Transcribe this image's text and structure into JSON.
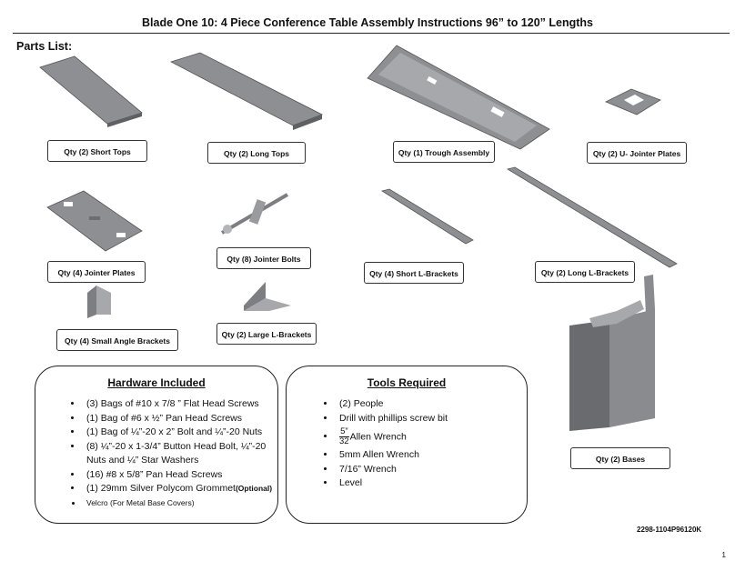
{
  "title": "Blade One 10: 4 Piece Conference Table Assembly Instructions 96” to 120” Lengths",
  "parts_label": "Parts List:",
  "parts": {
    "short_tops": "Qty (2) Short Tops",
    "long_tops": "Qty (2) Long Tops",
    "trough": "Qty (1) Trough Assembly",
    "u_jointer": "Qty (2) U- Jointer Plates",
    "jointer_plates": "Qty (4) Jointer Plates",
    "jointer_bolts": "Qty (8) Jointer Bolts",
    "short_l": "Qty (4) Short L-Brackets",
    "long_l": "Qty (2) Long L-Brackets",
    "small_angle": "Qty (4) Small Angle Brackets",
    "large_l": "Qty (2) Large L-Brackets",
    "bases": "Qty (2) Bases"
  },
  "hardware": {
    "title": "Hardware Included",
    "items": [
      "(3) Bags of #10 x 7/8 ” Flat Head Screws",
      "(1) Bag of #6 x ½” Pan Head Screws",
      "(1) Bag of ¼”-20 x 2” Bolt and ¼”-20 Nuts",
      "(8) ¼”-20 x 1-3/4” Button Head Bolt, ¼”-20 Nuts and ¼” Star Washers",
      "(16)  #8 x 5/8” Pan Head Screws",
      "(1) 29mm Silver Polycom Grommet"
    ],
    "optional": "(Optional)",
    "velcro": "Velcro (For  Metal Base Covers)"
  },
  "tools": {
    "title": "Tools Required",
    "items": [
      "(2) People",
      "Drill with phillips screw bit"
    ],
    "frac_num": "5”",
    "frac_den": "32",
    "frac_text": "Allen Wrench",
    "items2": [
      "5mm Allen Wrench",
      "7/16” Wrench",
      "Level"
    ]
  },
  "doc_number": "2298-1104P96120K",
  "page_number": "1",
  "colors": {
    "part_fill": "#8e8f93",
    "part_dark": "#5f6064",
    "part_light": "#b4b5b8"
  }
}
